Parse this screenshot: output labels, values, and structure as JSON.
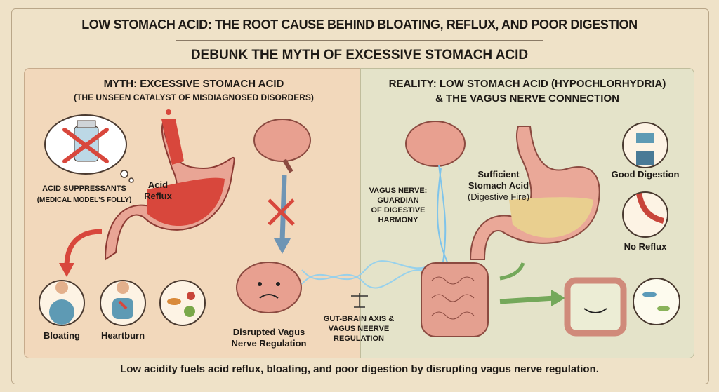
{
  "title": "LOW STOMACH ACID: THE ROOT CAUSE BEHIND BLOATING, REFLUX, AND POOR DIGESTION",
  "subtitle": "DEBUNK THE MYTH OF EXCESSIVE STOMACH ACID",
  "myth": {
    "heading": "MYTH: EXCESSIVE STOMACH ACID",
    "subheading": "(THE UNSEEN CATALYST OF MISDIAGNOSED DISORDERS)",
    "suppressants": "ACID SUPPRESSANTS",
    "suppressants_note": "(MEDICAL MODEL'S FOLLY)",
    "reflux": [
      "Acid",
      "Reflux"
    ],
    "bloating": "Bloating",
    "heartburn": "Heartburn",
    "disrupted": [
      "Disrupted Vagus",
      "Nerve Regulation"
    ]
  },
  "axis": [
    "GUT-BRAIN AXIS &",
    "VAGUS NEERVE",
    "REGULATION"
  ],
  "reality": {
    "heading": "REALITY: LOW STOMACH ACID (HYPOCHLORHYDRIA)",
    "subheading": "& THE VAGUS NERVE CONNECTION",
    "vagus": [
      "VAGUS NERVE:",
      "GUARDIAN",
      "OF DIGESTIVE",
      "HARMONY"
    ],
    "acid": [
      "Sufficient",
      "Stomach Acid",
      "(Digestive Fire)"
    ],
    "good_digestion": "Good Digestion",
    "no_reflux": "No Reflux"
  },
  "caption": "Low acidity fuels acid reflux, bloating, and poor digestion by disrupting vagus nerve regulation.",
  "colors": {
    "myth_bg": "#f2d8bb",
    "reality_bg": "#e4e3c9",
    "acid_red": "#d8473c",
    "nerve_blue": "#7fc4ea",
    "arrow_green": "#74a85a"
  }
}
